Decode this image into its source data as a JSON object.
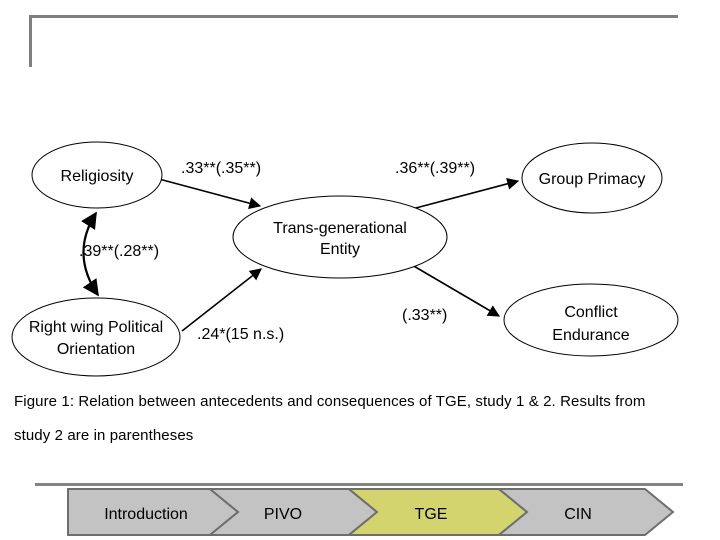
{
  "diagram": {
    "nodes": [
      {
        "name": "religiosity",
        "lines": [
          "Religiosity"
        ]
      },
      {
        "name": "trans-generational-entity",
        "lines": [
          "Trans-generational",
          "Entity"
        ]
      },
      {
        "name": "group-primacy",
        "lines": [
          "Group Primacy"
        ]
      },
      {
        "name": "right-wing-political-orientation",
        "lines": [
          "Right wing Political",
          "Orientation"
        ]
      },
      {
        "name": "conflict-endurance",
        "lines": [
          "Conflict",
          "Endurance"
        ]
      }
    ],
    "coefficients": [
      {
        "name": "religiosity-to-tge",
        "text": ".33**(.35**)"
      },
      {
        "name": "tge-to-group-primacy",
        "text": ".36**(.39**)"
      },
      {
        "name": "religiosity-rwpo-correlation",
        "text": ".39**(.28**)"
      },
      {
        "name": "rwpo-to-tge",
        "text": ".24*(15 n.s.)"
      },
      {
        "name": "tge-to-conflict-endurance",
        "text": "(.33**)"
      }
    ]
  },
  "caption": {
    "line1": "Figure 1: Relation between antecedents and consequences of TGE, study 1 & 2. Results from",
    "line2": "study 2 are in parentheses"
  },
  "nav": {
    "items": [
      {
        "label": "Introduction",
        "active": false
      },
      {
        "label": "PIVO",
        "active": false
      },
      {
        "label": "TGE",
        "active": true
      },
      {
        "label": "CIN",
        "active": false
      }
    ],
    "active_color": "#d3d46e",
    "inactive_color": "#c3c3c3",
    "border_color": "#6e6e6e"
  },
  "decor": {
    "frame_color": "#7f7f7f"
  }
}
